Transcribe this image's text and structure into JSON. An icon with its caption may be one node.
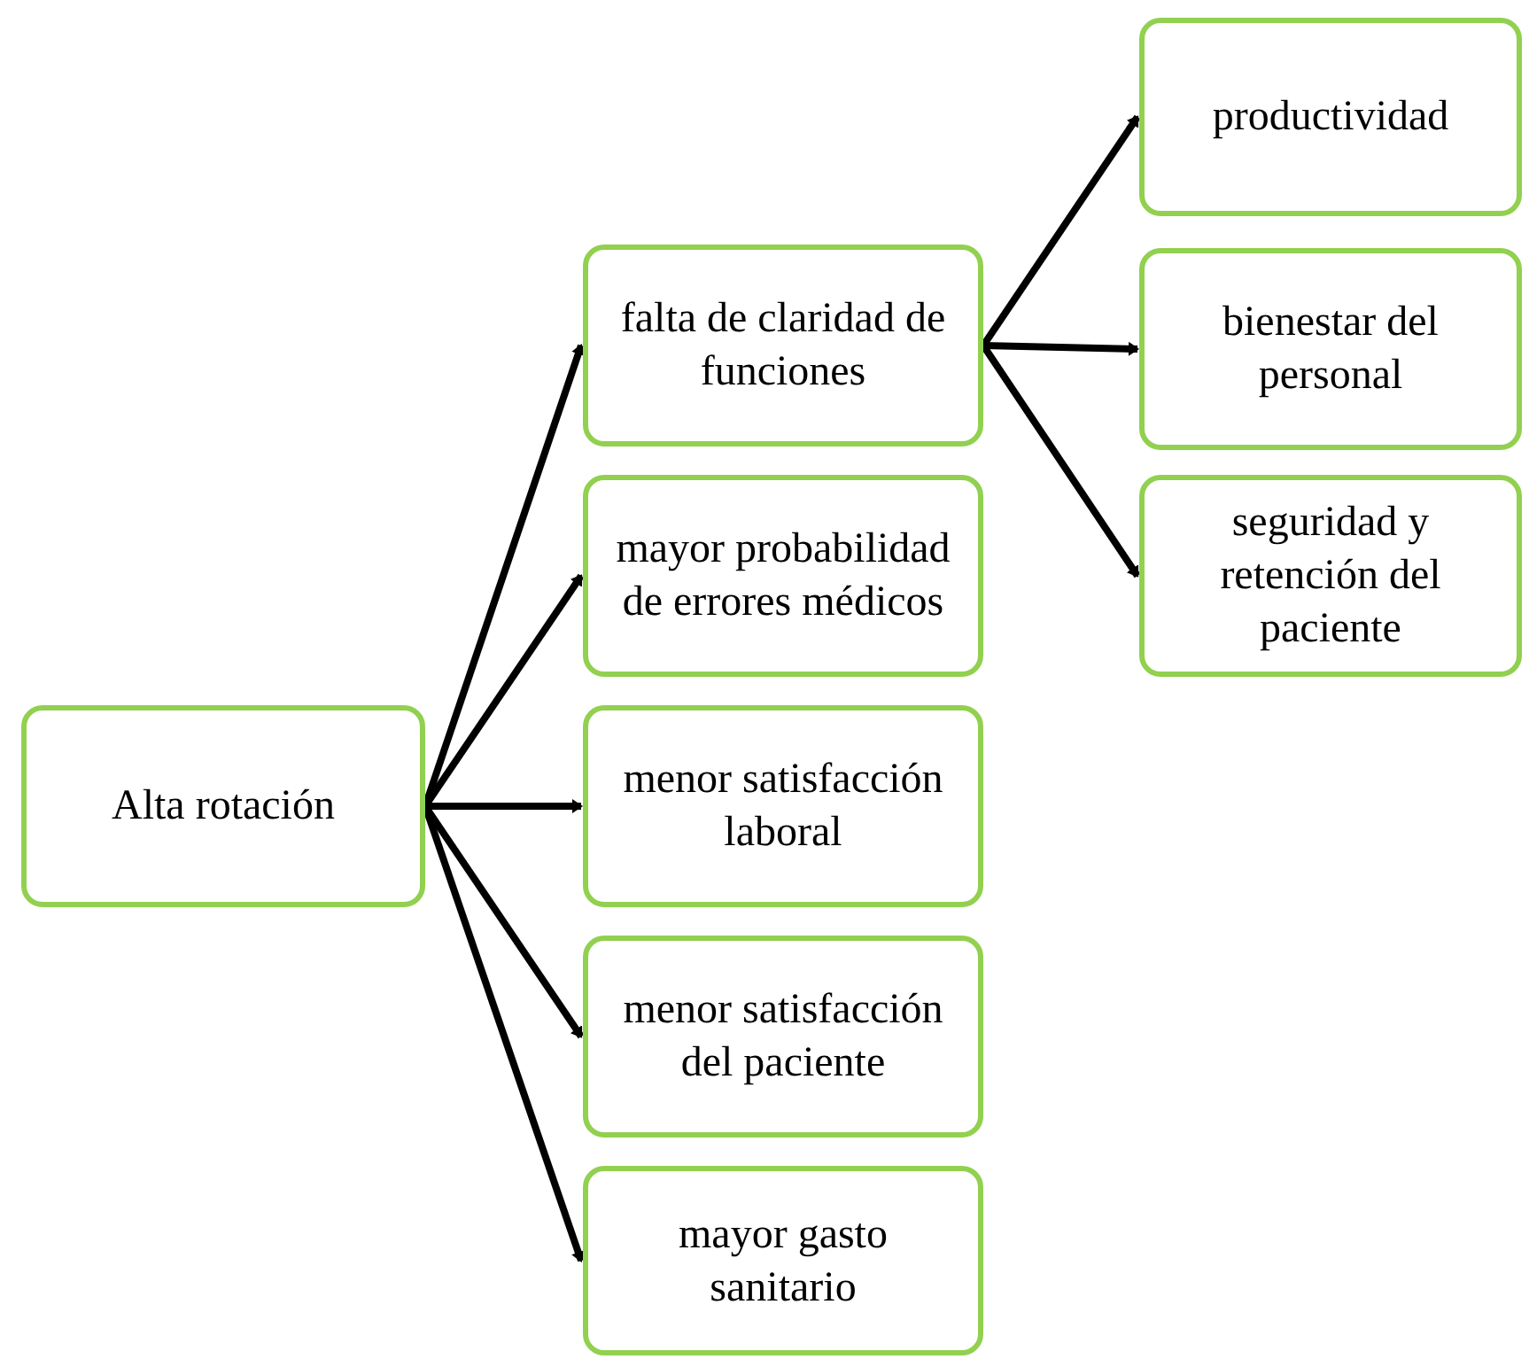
{
  "diagram": {
    "nodes": [
      {
        "text": [
          "Alta rotación"
        ]
      },
      {
        "text": [
          "falta de claridad de funciones"
        ]
      },
      {
        "text": [
          "mayor probabilidad de errores médicos"
        ]
      },
      {
        "text": [
          "menor satisfacción laboral"
        ]
      },
      {
        "text": [
          "menor satisfacción del paciente"
        ]
      },
      {
        "text": [
          "mayor gasto sanitario"
        ]
      },
      {
        "text": [
          "productividad"
        ]
      },
      {
        "text": [
          "bienestar del personal"
        ]
      },
      {
        "text": [
          "seguridad y retención del paciente"
        ]
      }
    ],
    "edges": [
      {
        "from": 0,
        "to": 1,
        "arrow": "to"
      },
      {
        "from": 0,
        "to": 2,
        "arrow": "to"
      },
      {
        "from": 0,
        "to": 3,
        "arrow": "to"
      },
      {
        "from": 0,
        "to": 4,
        "arrow": "to"
      },
      {
        "from": 0,
        "to": 5,
        "arrow": "to"
      },
      {
        "from": 1,
        "to": 6,
        "arrow": "to"
      },
      {
        "from": 1,
        "to": 7,
        "arrow": "to"
      },
      {
        "from": 1,
        "to": 8,
        "arrow": "to"
      }
    ]
  }
}
